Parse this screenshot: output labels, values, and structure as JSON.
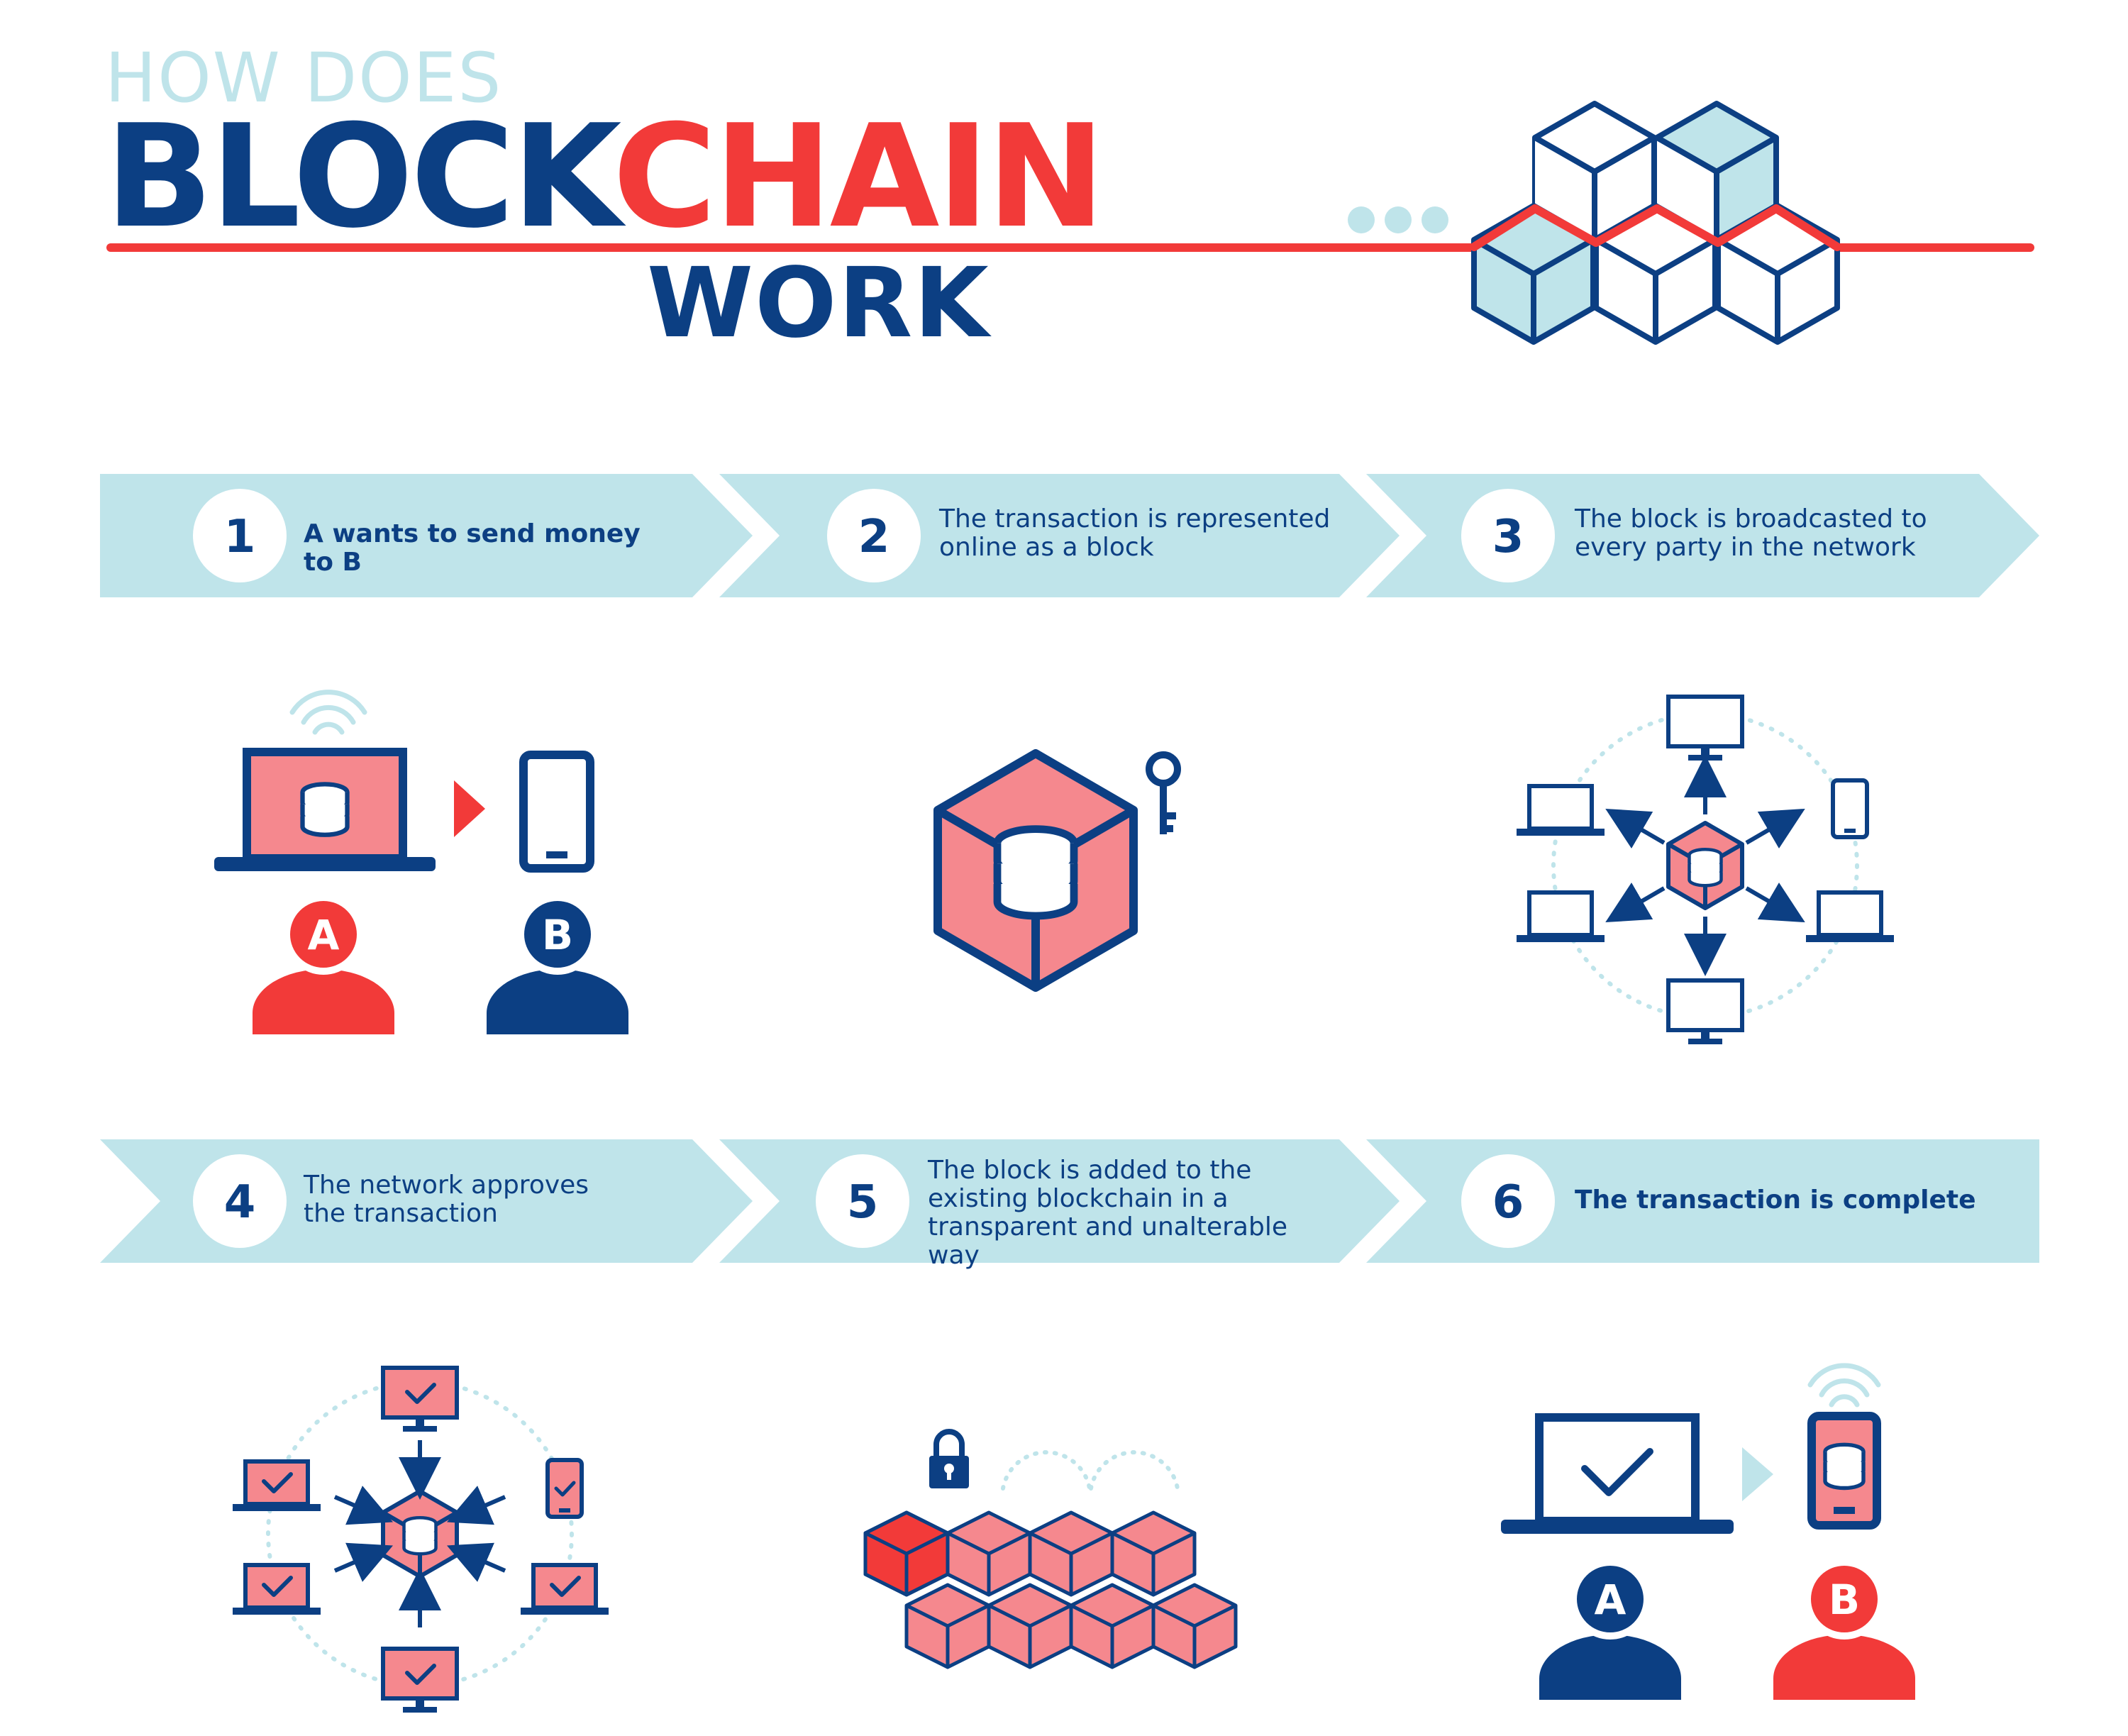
{
  "colors": {
    "navy": "#0c3f83",
    "red": "#f23a39",
    "light": "#bfe4ea",
    "pink": "#f5888e"
  },
  "header": {
    "kicker": "HOW DOES",
    "title_part1": "BLOCK",
    "title_part2": "CHAIN",
    "title_part3": "WORK"
  },
  "steps": [
    {
      "number": "1",
      "text": "A wants to send money to B"
    },
    {
      "number": "2",
      "text": "The transaction is represented online as a block"
    },
    {
      "number": "3",
      "text": "The block is broadcasted to every party in the network"
    },
    {
      "number": "4",
      "text": "The network approves the transaction"
    },
    {
      "number": "5",
      "text": "The block is added to the existing blockchain in a transparent and unalterable way"
    },
    {
      "number": "6",
      "text": "The transaction is complete"
    }
  ],
  "people": {
    "sender": "A",
    "receiver": "B"
  },
  "icons": [
    "laptop-icon",
    "smartphone-icon",
    "database-icon",
    "key-icon",
    "monitor-icon",
    "lock-icon",
    "checkmark-icon",
    "wifi-icon",
    "person-icon",
    "hexagon-cube-icon"
  ]
}
